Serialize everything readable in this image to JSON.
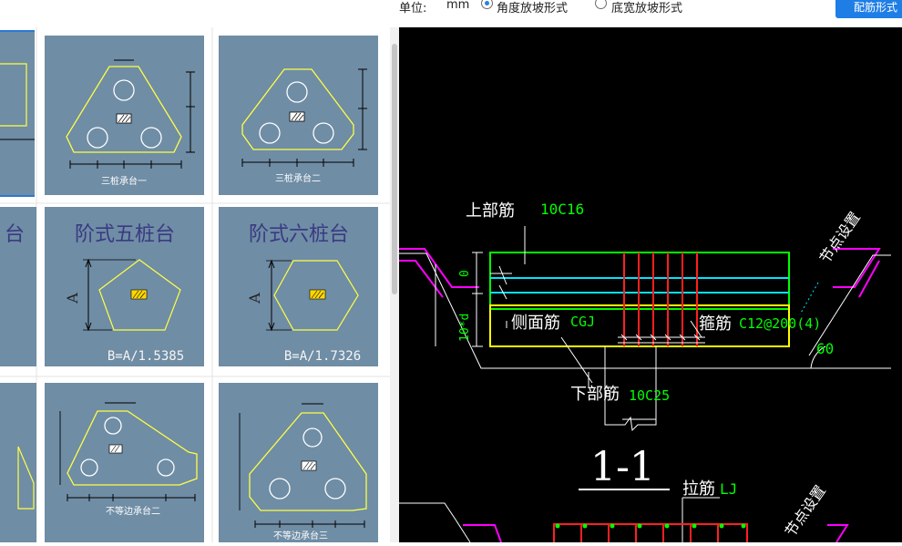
{
  "toolbar": {
    "unit_label": "单位:",
    "unit_value": "mm",
    "option_angle": "角度放坡形式",
    "option_width": "底宽放坡形式",
    "rebar_button": "配筋形式"
  },
  "gallery": {
    "cards": [
      {
        "title": "三桩承台一"
      },
      {
        "title": "三桩承台二"
      },
      {
        "title": "阶式五桩台",
        "formula": "B=A/1.5385",
        "dim": "A"
      },
      {
        "title": "阶式六桩台",
        "formula": "B=A/1.7326",
        "dim": "A"
      },
      {
        "title": "不等边承台二"
      },
      {
        "title": "不等边承台三"
      }
    ],
    "partial_title": "台"
  },
  "cad": {
    "top_rebar_label": "上部筋",
    "top_rebar_value": "10C16",
    "side_rebar_label": "侧面筋",
    "side_rebar_value": "CGJ",
    "stirrup_label": "箍筋",
    "stirrup_value": "C12@200(4)",
    "bottom_rebar_label": "下部筋",
    "bottom_rebar_value": "10C25",
    "node_setting": "节点设置",
    "angle_value": "60",
    "dim_zero": "0",
    "dim_10d": "10*d",
    "section_mark": "1-1",
    "tie_rebar_label": "拉筋",
    "tie_rebar_value": "LJ",
    "colors": {
      "background": "#000000",
      "yellow": "#ffff00",
      "green": "#00ff00",
      "cyan": "#00e5ff",
      "magenta": "#ff00ff",
      "red": "#ff2020",
      "white": "#ffffff"
    }
  }
}
